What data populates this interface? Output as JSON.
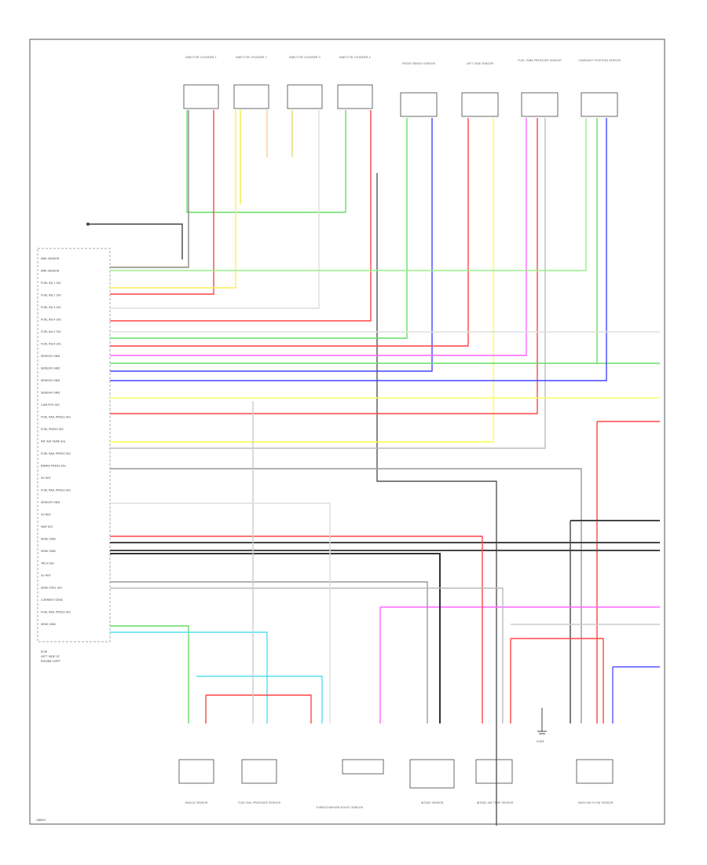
{
  "diagram": {
    "ecm_labels": [
      "KNK SENSOR",
      "KNK SENSOR",
      "FUEL INJ 1 SIG",
      "FUEL INJ 2 SIG",
      "FUEL INJ 3 SIG",
      "FUEL INJ 4 SIG",
      "FUEL INJ 5 SIG",
      "FUEL INJ 6 SIG",
      "SENSOR GND",
      "SENSOR GND",
      "SENSOR GND",
      "SENSOR GND",
      "CAM POS SIG",
      "FUEL RAIL PRESS SIG",
      "FUEL PRESS SIG",
      "INT AIR TEMP SIG",
      "FUEL RAIL PRESS SIG",
      "BRAKE PRESS SIG",
      "5V REF",
      "FUEL RAIL PRESS SIG",
      "SENSOR GND",
      "5V REF",
      "MAP SIG",
      "SENS GND",
      "SENS GND",
      "TACH SIG",
      "5V REF",
      "SENS FUEL SIG",
      "CURRENT SENS",
      "FUEL RAIL PRESS SIG",
      "SENS GND"
    ],
    "ecm_footnote": [
      "ECM",
      "LEFT SIDE OF",
      "ENGINE CMPT"
    ],
    "top_components": [
      "INJECTOR CYLINDER 1",
      "INJECTOR CYLINDER 2",
      "INJECTOR CYLINDER 3",
      "INJECTOR CYLINDER 4",
      "FRONT BENCH SENSOR",
      "LEFT SIDE SENSOR",
      "FUEL TANK PRESSURE SENSOR",
      "CAMSHAFT POSITION SENSOR"
    ],
    "bottom_components": [
      "KNOCK SENSOR",
      "FUEL RAIL PRESSURE SENSOR",
      "TURBOCHARGER BOOST SENSOR",
      "INTAKE SENSOR",
      "INTAKE AIR TEMP SENSOR",
      "MASS AIR FLOW SENSOR"
    ],
    "ground_label": "G101",
    "footer_code": "G8854"
  }
}
